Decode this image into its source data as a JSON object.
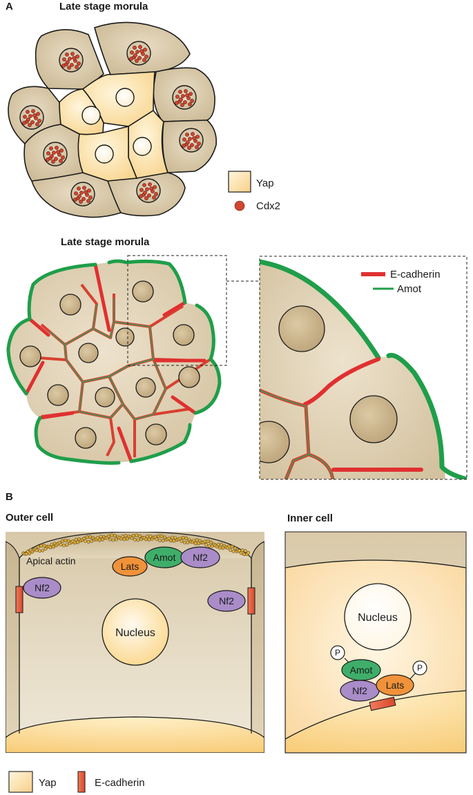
{
  "panel_a": {
    "label": "A",
    "title_top": "Late stage morula",
    "title_bottom": "Late stage morula",
    "legend_top": {
      "yap": "Yap",
      "cdx2": "Cdx2"
    },
    "legend_junctions": {
      "ecadherin": "E-cadherin",
      "amot": "Amot"
    }
  },
  "panel_b": {
    "label": "B",
    "outer_cell": {
      "title": "Outer cell",
      "apical_actin": "Apical actin",
      "amot": "Amot",
      "nf2_top": "Nf2",
      "lats": "Lats",
      "nf2_left": "Nf2",
      "nf2_right": "Nf2",
      "nucleus": "Nucleus"
    },
    "inner_cell": {
      "title": "Inner cell",
      "nucleus": "Nucleus",
      "p_left": "P",
      "p_right": "P",
      "amot": "Amot",
      "lats": "Lats",
      "nf2": "Nf2"
    },
    "legend": {
      "yap": "Yap",
      "ecadherin": "E-cadherin"
    }
  },
  "colors": {
    "amot_green": "#1f9e4a",
    "ecadherin_red": "#e03030",
    "cell_tan": "#d8c9a8",
    "yap_yellow": "#fde3a5",
    "cdx2_red": "#d2452f",
    "lats_orange": "#f0923a",
    "nf2_purple": "#a98cc8",
    "amot_protein_green": "#3fae6a"
  }
}
